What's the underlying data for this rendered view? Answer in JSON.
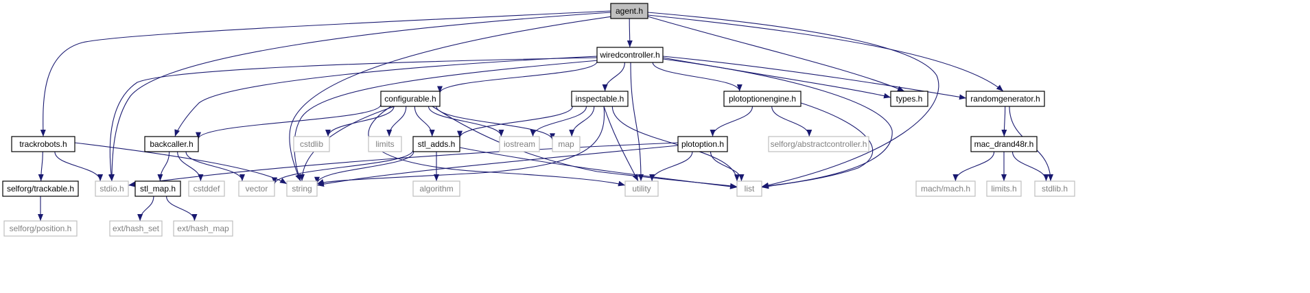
{
  "diagram": {
    "nodes": [
      {
        "id": "agent",
        "label": "agent.h",
        "style": "root"
      },
      {
        "id": "wiredcontroller",
        "label": "wiredcontroller.h",
        "style": "local"
      },
      {
        "id": "trackrobots",
        "label": "trackrobots.h",
        "style": "local"
      },
      {
        "id": "randomgenerator",
        "label": "randomgenerator.h",
        "style": "local"
      },
      {
        "id": "types",
        "label": "types.h",
        "style": "local"
      },
      {
        "id": "configurable",
        "label": "configurable.h",
        "style": "local"
      },
      {
        "id": "inspectable",
        "label": "inspectable.h",
        "style": "local"
      },
      {
        "id": "plotoptionengine",
        "label": "plotoptionengine.h",
        "style": "local"
      },
      {
        "id": "backcaller",
        "label": "backcaller.h",
        "style": "local"
      },
      {
        "id": "stl_adds",
        "label": "stl_adds.h",
        "style": "local"
      },
      {
        "id": "plotoption",
        "label": "plotoption.h",
        "style": "local"
      },
      {
        "id": "mac_drand48r",
        "label": "mac_drand48r.h",
        "style": "local"
      },
      {
        "id": "selforg_trackable",
        "label": "selforg/trackable.h",
        "style": "local"
      },
      {
        "id": "stl_map",
        "label": "stl_map.h",
        "style": "local"
      },
      {
        "id": "cstdlib",
        "label": "cstdlib",
        "style": "system"
      },
      {
        "id": "limits",
        "label": "limits",
        "style": "system"
      },
      {
        "id": "iostream",
        "label": "iostream",
        "style": "system"
      },
      {
        "id": "map",
        "label": "map",
        "style": "system"
      },
      {
        "id": "selforg_abstractcontroller",
        "label": "selforg/abstractcontroller.h",
        "style": "system"
      },
      {
        "id": "stdio",
        "label": "stdio.h",
        "style": "system"
      },
      {
        "id": "cstddef",
        "label": "cstddef",
        "style": "system"
      },
      {
        "id": "vector",
        "label": "vector",
        "style": "system"
      },
      {
        "id": "string",
        "label": "string",
        "style": "system"
      },
      {
        "id": "algorithm",
        "label": "algorithm",
        "style": "system"
      },
      {
        "id": "utility",
        "label": "utility",
        "style": "system"
      },
      {
        "id": "list",
        "label": "list",
        "style": "system"
      },
      {
        "id": "mach_mach",
        "label": "mach/mach.h",
        "style": "system"
      },
      {
        "id": "limits_h",
        "label": "limits.h",
        "style": "system"
      },
      {
        "id": "stdlib",
        "label": "stdlib.h",
        "style": "system"
      },
      {
        "id": "selforg_position",
        "label": "selforg/position.h",
        "style": "system"
      },
      {
        "id": "ext_hash_set",
        "label": "ext/hash_set",
        "style": "system"
      },
      {
        "id": "ext_hash_map",
        "label": "ext/hash_map",
        "style": "system"
      }
    ],
    "edges": [
      [
        "agent",
        "wiredcontroller"
      ],
      [
        "agent",
        "trackrobots"
      ],
      [
        "agent",
        "stdio"
      ],
      [
        "agent",
        "string"
      ],
      [
        "agent",
        "types"
      ],
      [
        "agent",
        "randomgenerator"
      ],
      [
        "agent",
        "list"
      ],
      [
        "wiredcontroller",
        "configurable"
      ],
      [
        "wiredcontroller",
        "inspectable"
      ],
      [
        "wiredcontroller",
        "plotoptionengine"
      ],
      [
        "wiredcontroller",
        "backcaller"
      ],
      [
        "wiredcontroller",
        "stdio"
      ],
      [
        "wiredcontroller",
        "string"
      ],
      [
        "wiredcontroller",
        "utility"
      ],
      [
        "wiredcontroller",
        "list"
      ],
      [
        "wiredcontroller",
        "types"
      ],
      [
        "wiredcontroller",
        "randomgenerator"
      ],
      [
        "configurable",
        "backcaller"
      ],
      [
        "configurable",
        "cstdlib"
      ],
      [
        "configurable",
        "limits"
      ],
      [
        "configurable",
        "stl_adds"
      ],
      [
        "configurable",
        "iostream"
      ],
      [
        "configurable",
        "map"
      ],
      [
        "configurable",
        "string"
      ],
      [
        "configurable",
        "list"
      ],
      [
        "configurable",
        "utility"
      ],
      [
        "inspectable",
        "stl_adds"
      ],
      [
        "inspectable",
        "iostream"
      ],
      [
        "inspectable",
        "map"
      ],
      [
        "inspectable",
        "list"
      ],
      [
        "inspectable",
        "utility"
      ],
      [
        "inspectable",
        "string"
      ],
      [
        "plotoptionengine",
        "plotoption"
      ],
      [
        "plotoptionengine",
        "selforg_abstractcontroller"
      ],
      [
        "plotoptionengine",
        "list"
      ],
      [
        "backcaller",
        "stl_map"
      ],
      [
        "backcaller",
        "cstddef"
      ],
      [
        "backcaller",
        "vector"
      ],
      [
        "stl_adds",
        "vector"
      ],
      [
        "stl_adds",
        "string"
      ],
      [
        "stl_adds",
        "algorithm"
      ],
      [
        "stl_adds",
        "list"
      ],
      [
        "plotoption",
        "stdio"
      ],
      [
        "plotoption",
        "string"
      ],
      [
        "plotoption",
        "utility"
      ],
      [
        "plotoption",
        "list"
      ],
      [
        "trackrobots",
        "selforg_trackable"
      ],
      [
        "trackrobots",
        "stdio"
      ],
      [
        "trackrobots",
        "string"
      ],
      [
        "selforg_trackable",
        "selforg_position"
      ],
      [
        "stl_map",
        "ext_hash_set"
      ],
      [
        "stl_map",
        "ext_hash_map"
      ],
      [
        "randomgenerator",
        "mac_drand48r"
      ],
      [
        "randomgenerator",
        "stdlib"
      ],
      [
        "mac_drand48r",
        "mach_mach"
      ],
      [
        "mac_drand48r",
        "limits_h"
      ],
      [
        "mac_drand48r",
        "stdlib"
      ]
    ]
  },
  "colors": {
    "edge": "#191970",
    "root_fill": "#bfbfbf",
    "local_border": "#000000",
    "system_border": "#bfbfbf",
    "system_text": "#7f7f7f"
  }
}
